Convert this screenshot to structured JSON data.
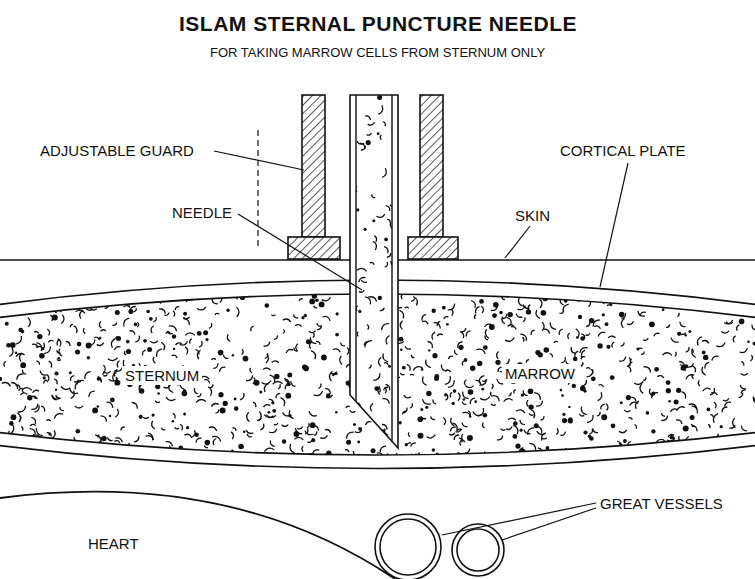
{
  "diagram": {
    "title": "ISLAM STERNAL PUNCTURE NEEDLE",
    "labels": [
      "FOR TAKING MARROW CELLS FROM STERNUM ONLY",
      "ADJUSTABLE GUARD",
      "NEEDLE",
      "SKIN",
      "CORTICAL PLATE",
      "STERNUM",
      "MARROW",
      "HEART",
      "GREAT VESSELS"
    ]
  }
}
